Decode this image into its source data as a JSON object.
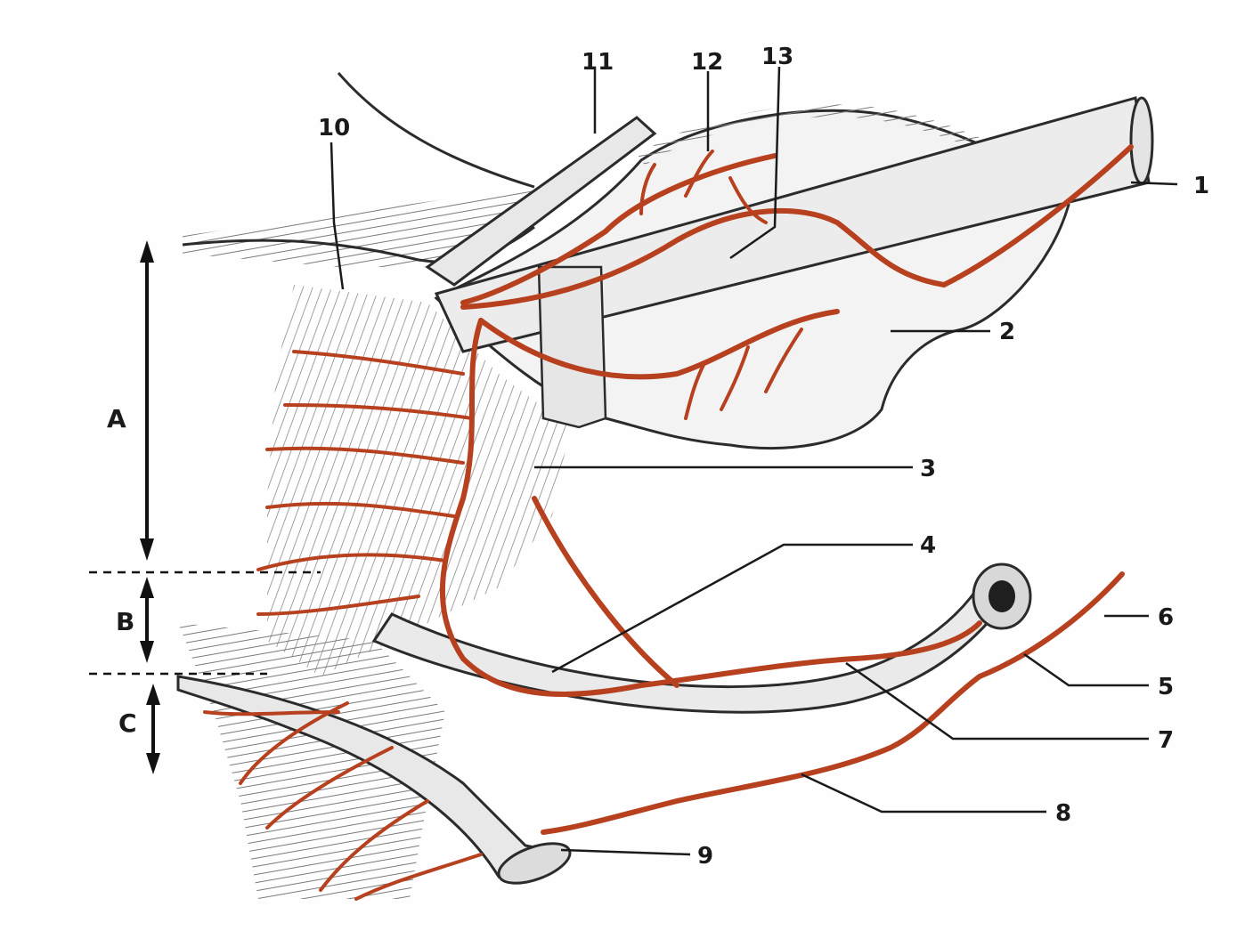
{
  "labels": {
    "n1": "1",
    "n2": "2",
    "n3": "3",
    "n4": "4",
    "n5": "5",
    "n6": "6",
    "n7": "7",
    "n8": "8",
    "n9": "9",
    "n10": "10",
    "n11": "11",
    "n12": "12",
    "n13": "13",
    "seg_a": "A",
    "seg_b": "B",
    "seg_c": "C"
  },
  "colors": {
    "vessel": "#b7401f",
    "outline": "#2b2b2b",
    "hatching": "#6d6d6d"
  }
}
